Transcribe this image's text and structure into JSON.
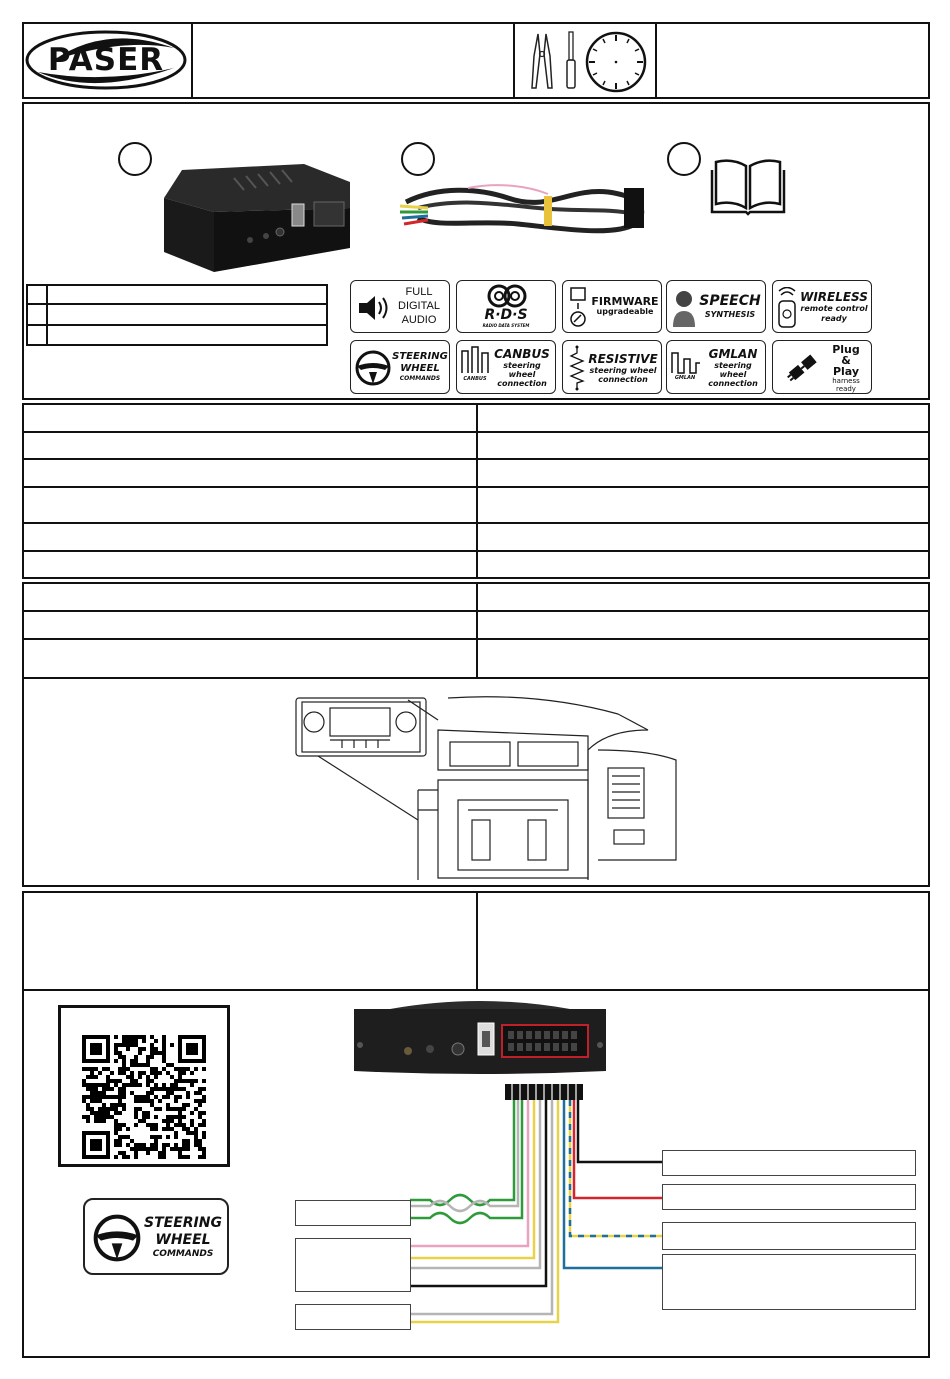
{
  "brand": {
    "logo_text": "PASER"
  },
  "header": {
    "tool_icons": [
      "pliers-icon",
      "screwdriver-icon",
      "clock-icon"
    ]
  },
  "badges": {
    "full_digital_audio": [
      "FULL",
      "DIGITAL",
      "AUDIO"
    ],
    "rds": {
      "title": "R·D·S",
      "sub": "RADIO DATA SYSTEM"
    },
    "firmware": {
      "title": "FIRMWARE",
      "sub": "upgradeable"
    },
    "speech": {
      "title": "SPEECH",
      "sub": "SYNTHESIS"
    },
    "wireless": {
      "title": "WIRELESS",
      "sub1": "remote control",
      "sub2": "ready"
    },
    "steering": [
      "STEERING",
      "WHEEL",
      "COMMANDS"
    ],
    "canbus": {
      "title": "CANBUS",
      "tag": "CANBUS",
      "sub": [
        "steering",
        "wheel",
        "connection"
      ]
    },
    "resistive": {
      "title": "RESISTIVE",
      "sub": [
        "steering wheel",
        "connection"
      ]
    },
    "gmlan": {
      "title": "GMLAN",
      "tag": "GMLAN",
      "sub": [
        "steering",
        "wheel",
        "connection"
      ]
    },
    "plug_play": {
      "title": [
        "Plug",
        "&",
        "Play"
      ],
      "sub": [
        "harness",
        "ready"
      ]
    }
  },
  "swc_badge": [
    "STEERING",
    "WHEEL",
    "COMMANDS"
  ],
  "colors": {
    "wire_green": "#2e9a3a",
    "wire_pink": "#e9a3c0",
    "wire_yellow": "#e8d24a",
    "wire_grey": "#b5b5b5",
    "wire_black": "#111111",
    "wire_red": "#d2262b",
    "wire_blue": "#1f6f9c",
    "wire_yellow_blue": "#e8d24a",
    "connector_highlight": "#c0202a"
  }
}
